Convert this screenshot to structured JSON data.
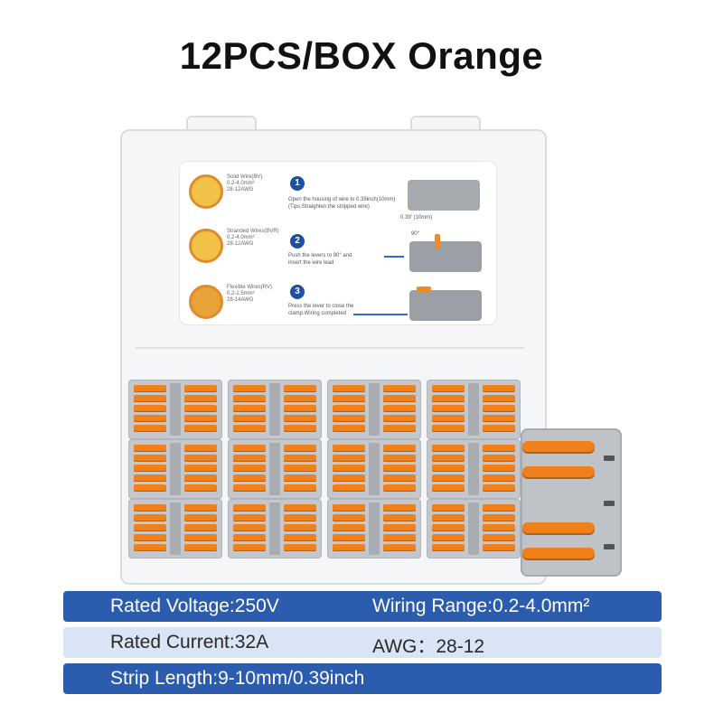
{
  "title": "12PCS/BOX Orange",
  "card": {
    "wires": [
      {
        "name": "Solid Wire(BV)",
        "range": "0.2-4.0mm²",
        "awg": "28-12AWG"
      },
      {
        "name": "Stranded Wires(BVR)",
        "range": "0.2-4.0mm²",
        "awg": "28-12AWG"
      },
      {
        "name": "Flexible Wires(RV)",
        "range": "0.2-2.5mm²",
        "awg": "28-14AWG"
      }
    ],
    "steps": [
      {
        "num": "1",
        "line1": "Open the housing of wire to 0.39inch(10mm)",
        "line2": "(Tips:Straighten the stripped wire)"
      },
      {
        "num": "2",
        "line1": "Push the levers to 90° and",
        "line2": "insert the wire lead"
      },
      {
        "num": "3",
        "line1": "Press the lever to close the",
        "line2": "clamp.Wiring completed"
      }
    ],
    "measure_label": "0.39' (10mm)",
    "angle_label": "90°"
  },
  "specs": [
    {
      "left": "Rated Voltage:250V",
      "right": "Wiring Range:0.2-4.0mm²"
    },
    {
      "left": "Rated Current:32A",
      "right": "AWG：28-12"
    },
    {
      "left": "Strip Length:9-10mm/0.39inch",
      "right": ""
    }
  ],
  "colors": {
    "accent_orange": "#f0801a",
    "spec_blue": "#2b5cae",
    "spec_light": "#d9e4f5",
    "step_blue": "#1d4fa3"
  }
}
